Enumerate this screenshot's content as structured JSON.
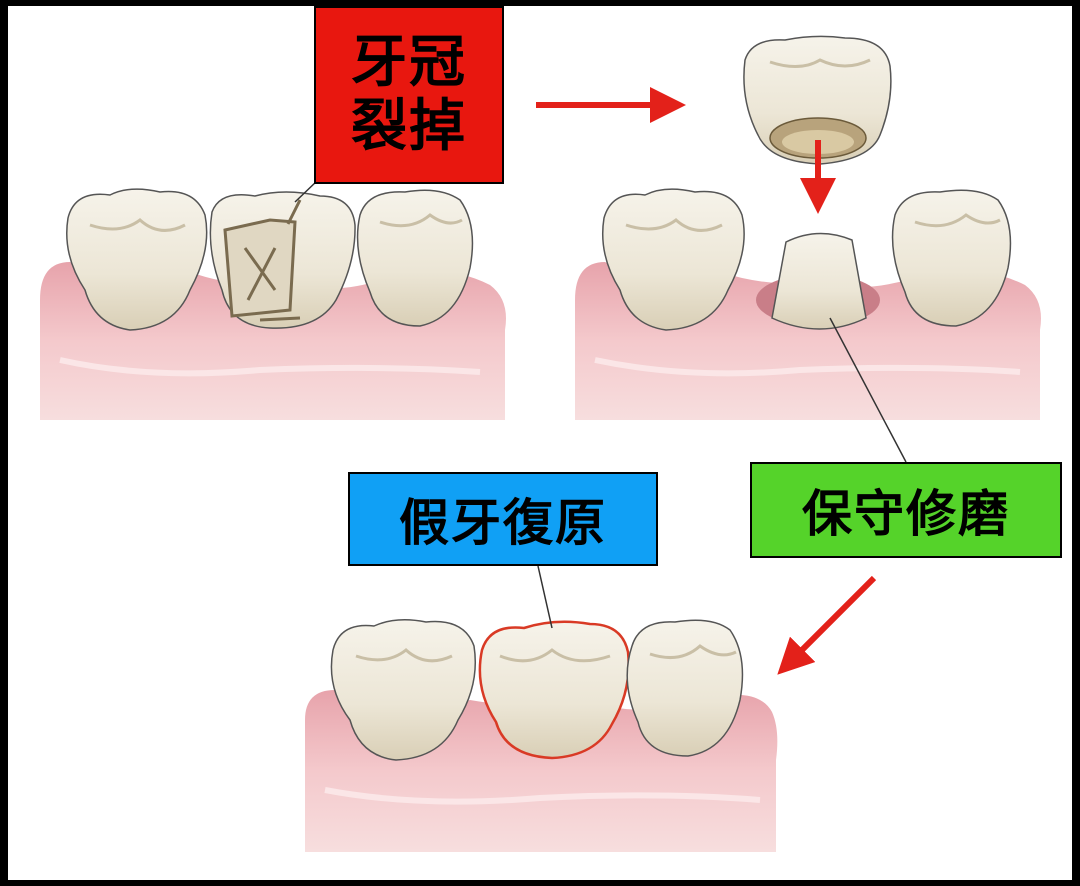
{
  "labels": {
    "cracked_line1": "牙冠",
    "cracked_line2": "裂掉",
    "prep": "保守修磨",
    "restore": "假牙復原"
  },
  "colors": {
    "cracked_box": "#e8170f",
    "prep_box": "#55d32a",
    "restore_box": "#10a0f5",
    "arrow": "#e3211a",
    "gum": "#f2c4c8",
    "gum_dark": "#dd8f98",
    "tooth": "#eee9dc",
    "tooth_shadow": "#d8cfb9",
    "new_crown_outline": "#d93a25"
  }
}
